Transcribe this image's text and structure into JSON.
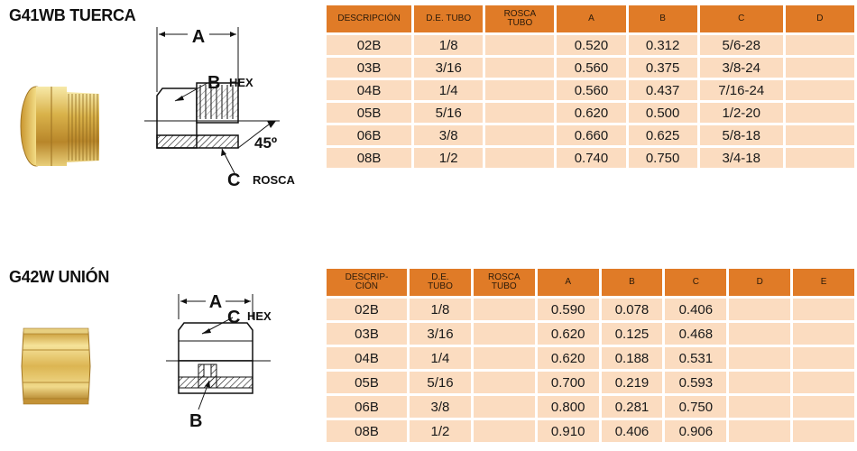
{
  "g41wb": {
    "title": "G41WB TUERCA",
    "drawing": {
      "dim_a": "A",
      "dim_b": "B",
      "hex": "HEX",
      "angle": "45º",
      "dim_c": "C",
      "rosca": "ROSCA"
    },
    "columns": [
      "DESCRIPCIÓN",
      "D.E. TUBO",
      "ROSCA TUBO",
      "A",
      "B",
      "C",
      "D"
    ],
    "rows": [
      [
        "02B",
        "1/8",
        "",
        "0.520",
        "0.312",
        "5/6-28",
        ""
      ],
      [
        "03B",
        "3/16",
        "",
        "0.560",
        "0.375",
        "3/8-24",
        ""
      ],
      [
        "04B",
        "1/4",
        "",
        "0.560",
        "0.437",
        "7/16-24",
        ""
      ],
      [
        "05B",
        "5/16",
        "",
        "0.620",
        "0.500",
        "1/2-20",
        ""
      ],
      [
        "06B",
        "3/8",
        "",
        "0.660",
        "0.625",
        "5/8-18",
        ""
      ],
      [
        "08B",
        "1/2",
        "",
        "0.740",
        "0.750",
        "3/4-18",
        ""
      ]
    ]
  },
  "g42w": {
    "title": "G42W UNIÓN",
    "drawing": {
      "dim_a": "A",
      "dim_c": "C",
      "hex": "HEX",
      "dim_b": "B"
    },
    "columns": [
      "DESCRIP- CIÓN",
      "D.E. TUBO",
      "ROSCA TUBO",
      "A",
      "B",
      "C",
      "D",
      "E"
    ],
    "rows": [
      [
        "02B",
        "1/8",
        "",
        "0.590",
        "0.078",
        "0.406",
        "",
        ""
      ],
      [
        "03B",
        "3/16",
        "",
        "0.620",
        "0.125",
        "0.468",
        "",
        ""
      ],
      [
        "04B",
        "1/4",
        "",
        "0.620",
        "0.188",
        "0.531",
        "",
        ""
      ],
      [
        "05B",
        "5/16",
        "",
        "0.700",
        "0.219",
        "0.593",
        "",
        ""
      ],
      [
        "06B",
        "3/8",
        "",
        "0.800",
        "0.281",
        "0.750",
        "",
        ""
      ],
      [
        "08B",
        "1/2",
        "",
        "0.910",
        "0.406",
        "0.906",
        "",
        ""
      ]
    ]
  }
}
